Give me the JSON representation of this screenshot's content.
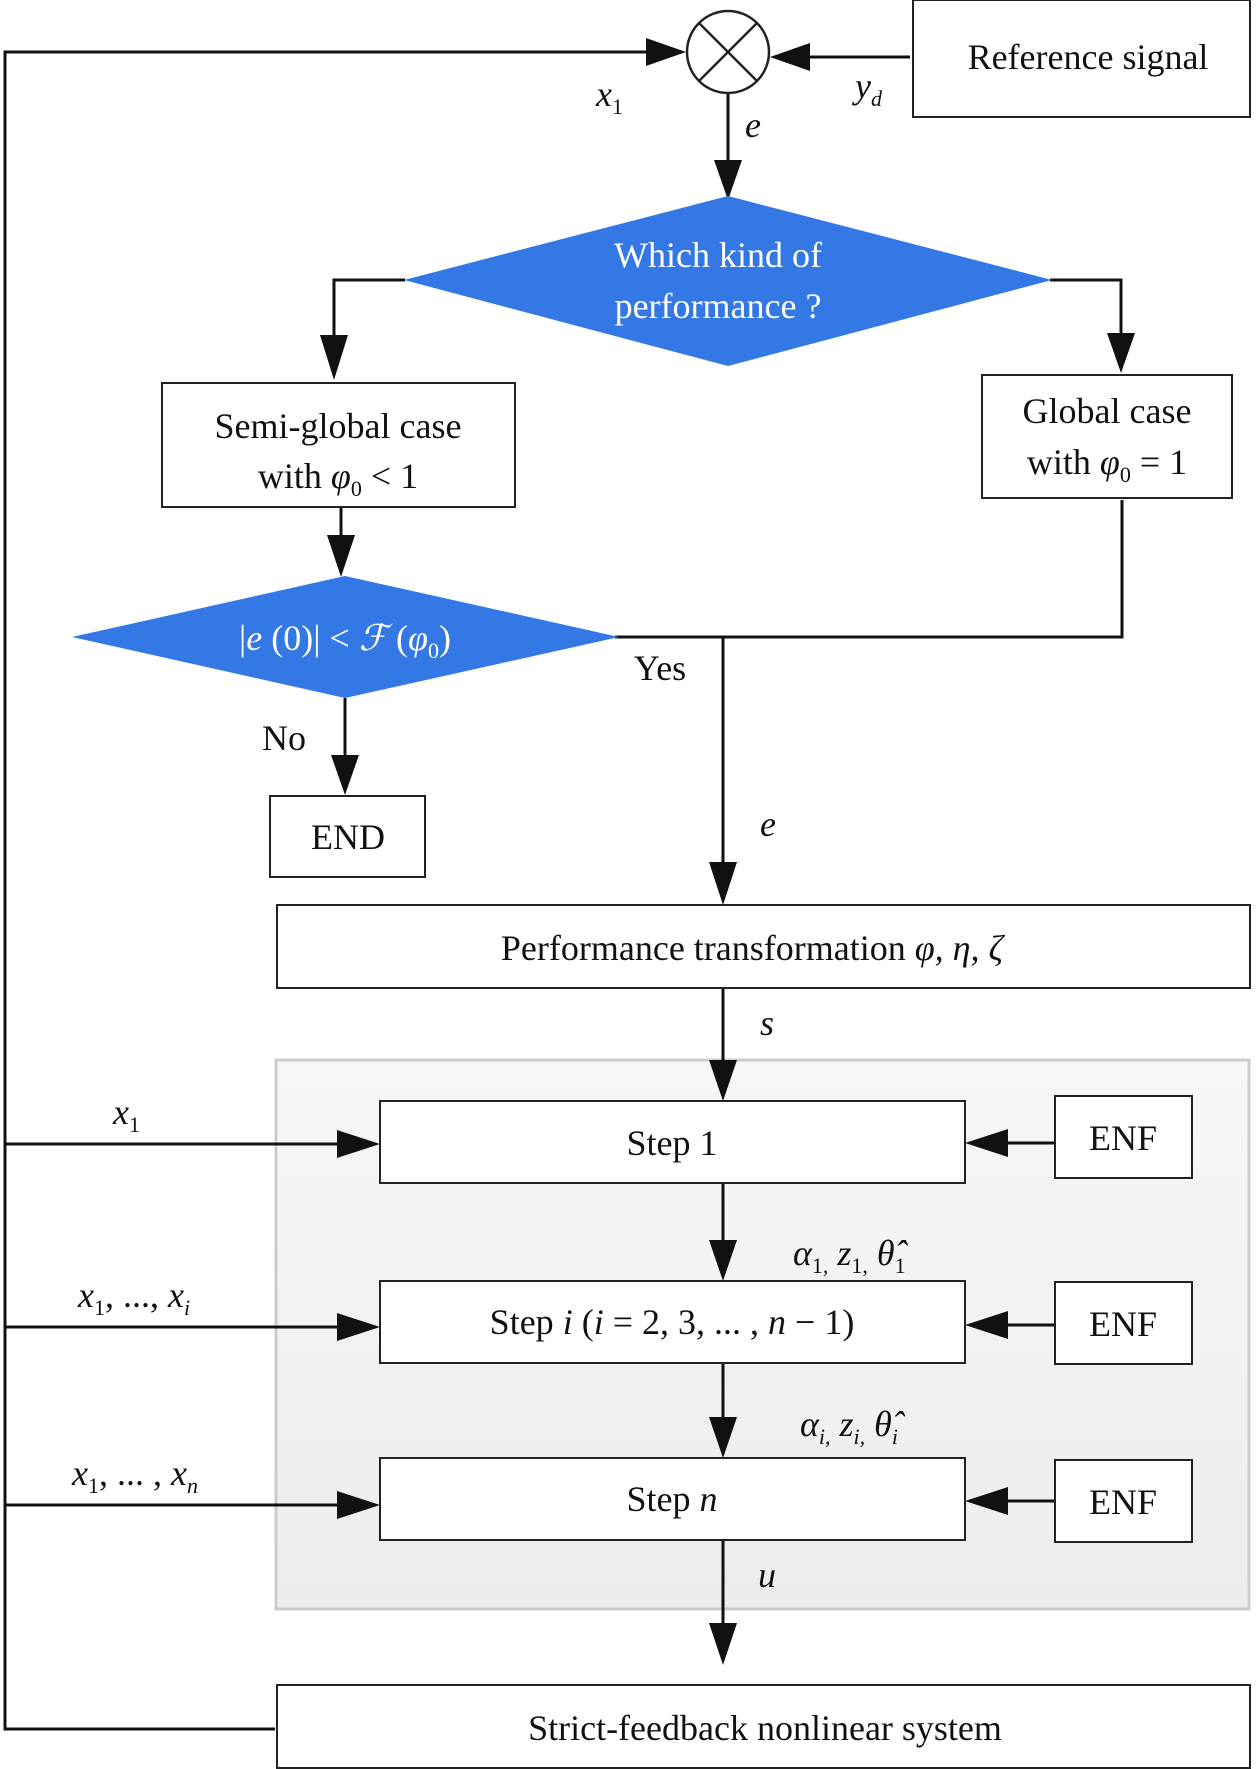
{
  "reference_box": "Reference signal",
  "decision1": {
    "line1": "Which kind of",
    "line2": "performance ?"
  },
  "semi_global": {
    "line1": "Semi-global case",
    "with": "with ",
    "phi": "φ",
    "sub": "0",
    "rest": " < 1"
  },
  "global": {
    "line1": "Global case",
    "with": "with ",
    "phi": "φ",
    "sub": "0",
    "rest": " = 1"
  },
  "decision2": {
    "a": "|",
    "e": "e",
    "b": " (0)| < ",
    "F": "ℱ",
    "c": " (",
    "phi": "φ",
    "sub": "0",
    "d": ")"
  },
  "yes": "Yes",
  "no": "No",
  "end": "END",
  "perf_transform": {
    "text": "Performance transformation ",
    "vars": "φ, η, ζ"
  },
  "step1": "Step 1",
  "stepi": {
    "pre": "Step ",
    "i": "i",
    "open": " (",
    "i2": "i",
    "mid": " = 2, 3, ... , ",
    "n": "n",
    "post": " − 1)"
  },
  "stepn": {
    "pre": "Step ",
    "n": "n"
  },
  "enf": [
    "ENF",
    "ENF",
    "ENF"
  ],
  "plant": "Strict-feedback nonlinear system",
  "signals": {
    "x1_top": {
      "x": "x",
      "sub": "1"
    },
    "yd": {
      "y": "y",
      "sub": "d"
    },
    "e1": "e",
    "e2": "e",
    "s": "s",
    "u": "u",
    "x1_left": {
      "x": "x",
      "sub": "1"
    },
    "x1_xi": {
      "x": "x",
      "sub1": "1",
      "mid": ", ..., ",
      "x2": "x",
      "sub2": "i"
    },
    "x1_xn": {
      "x": "x",
      "sub1": "1",
      "mid": ", ... , ",
      "x2": "x",
      "sub2": "n"
    },
    "alpha1": {
      "alpha": "α",
      "sub_a": "1,",
      "z": " z",
      "sub_z": "1,",
      "theta": " θ̂",
      "sub_t": "1"
    },
    "alphai": {
      "alpha": "α",
      "sub_a": "i,",
      "z": " z",
      "sub_z": "i,",
      "theta": " θ̂",
      "sub_t": "i"
    }
  },
  "colors": {
    "decision_fill": "#3478E6",
    "panel_fill": "#F1F1EF",
    "panel_border": "#CCCCCC"
  }
}
